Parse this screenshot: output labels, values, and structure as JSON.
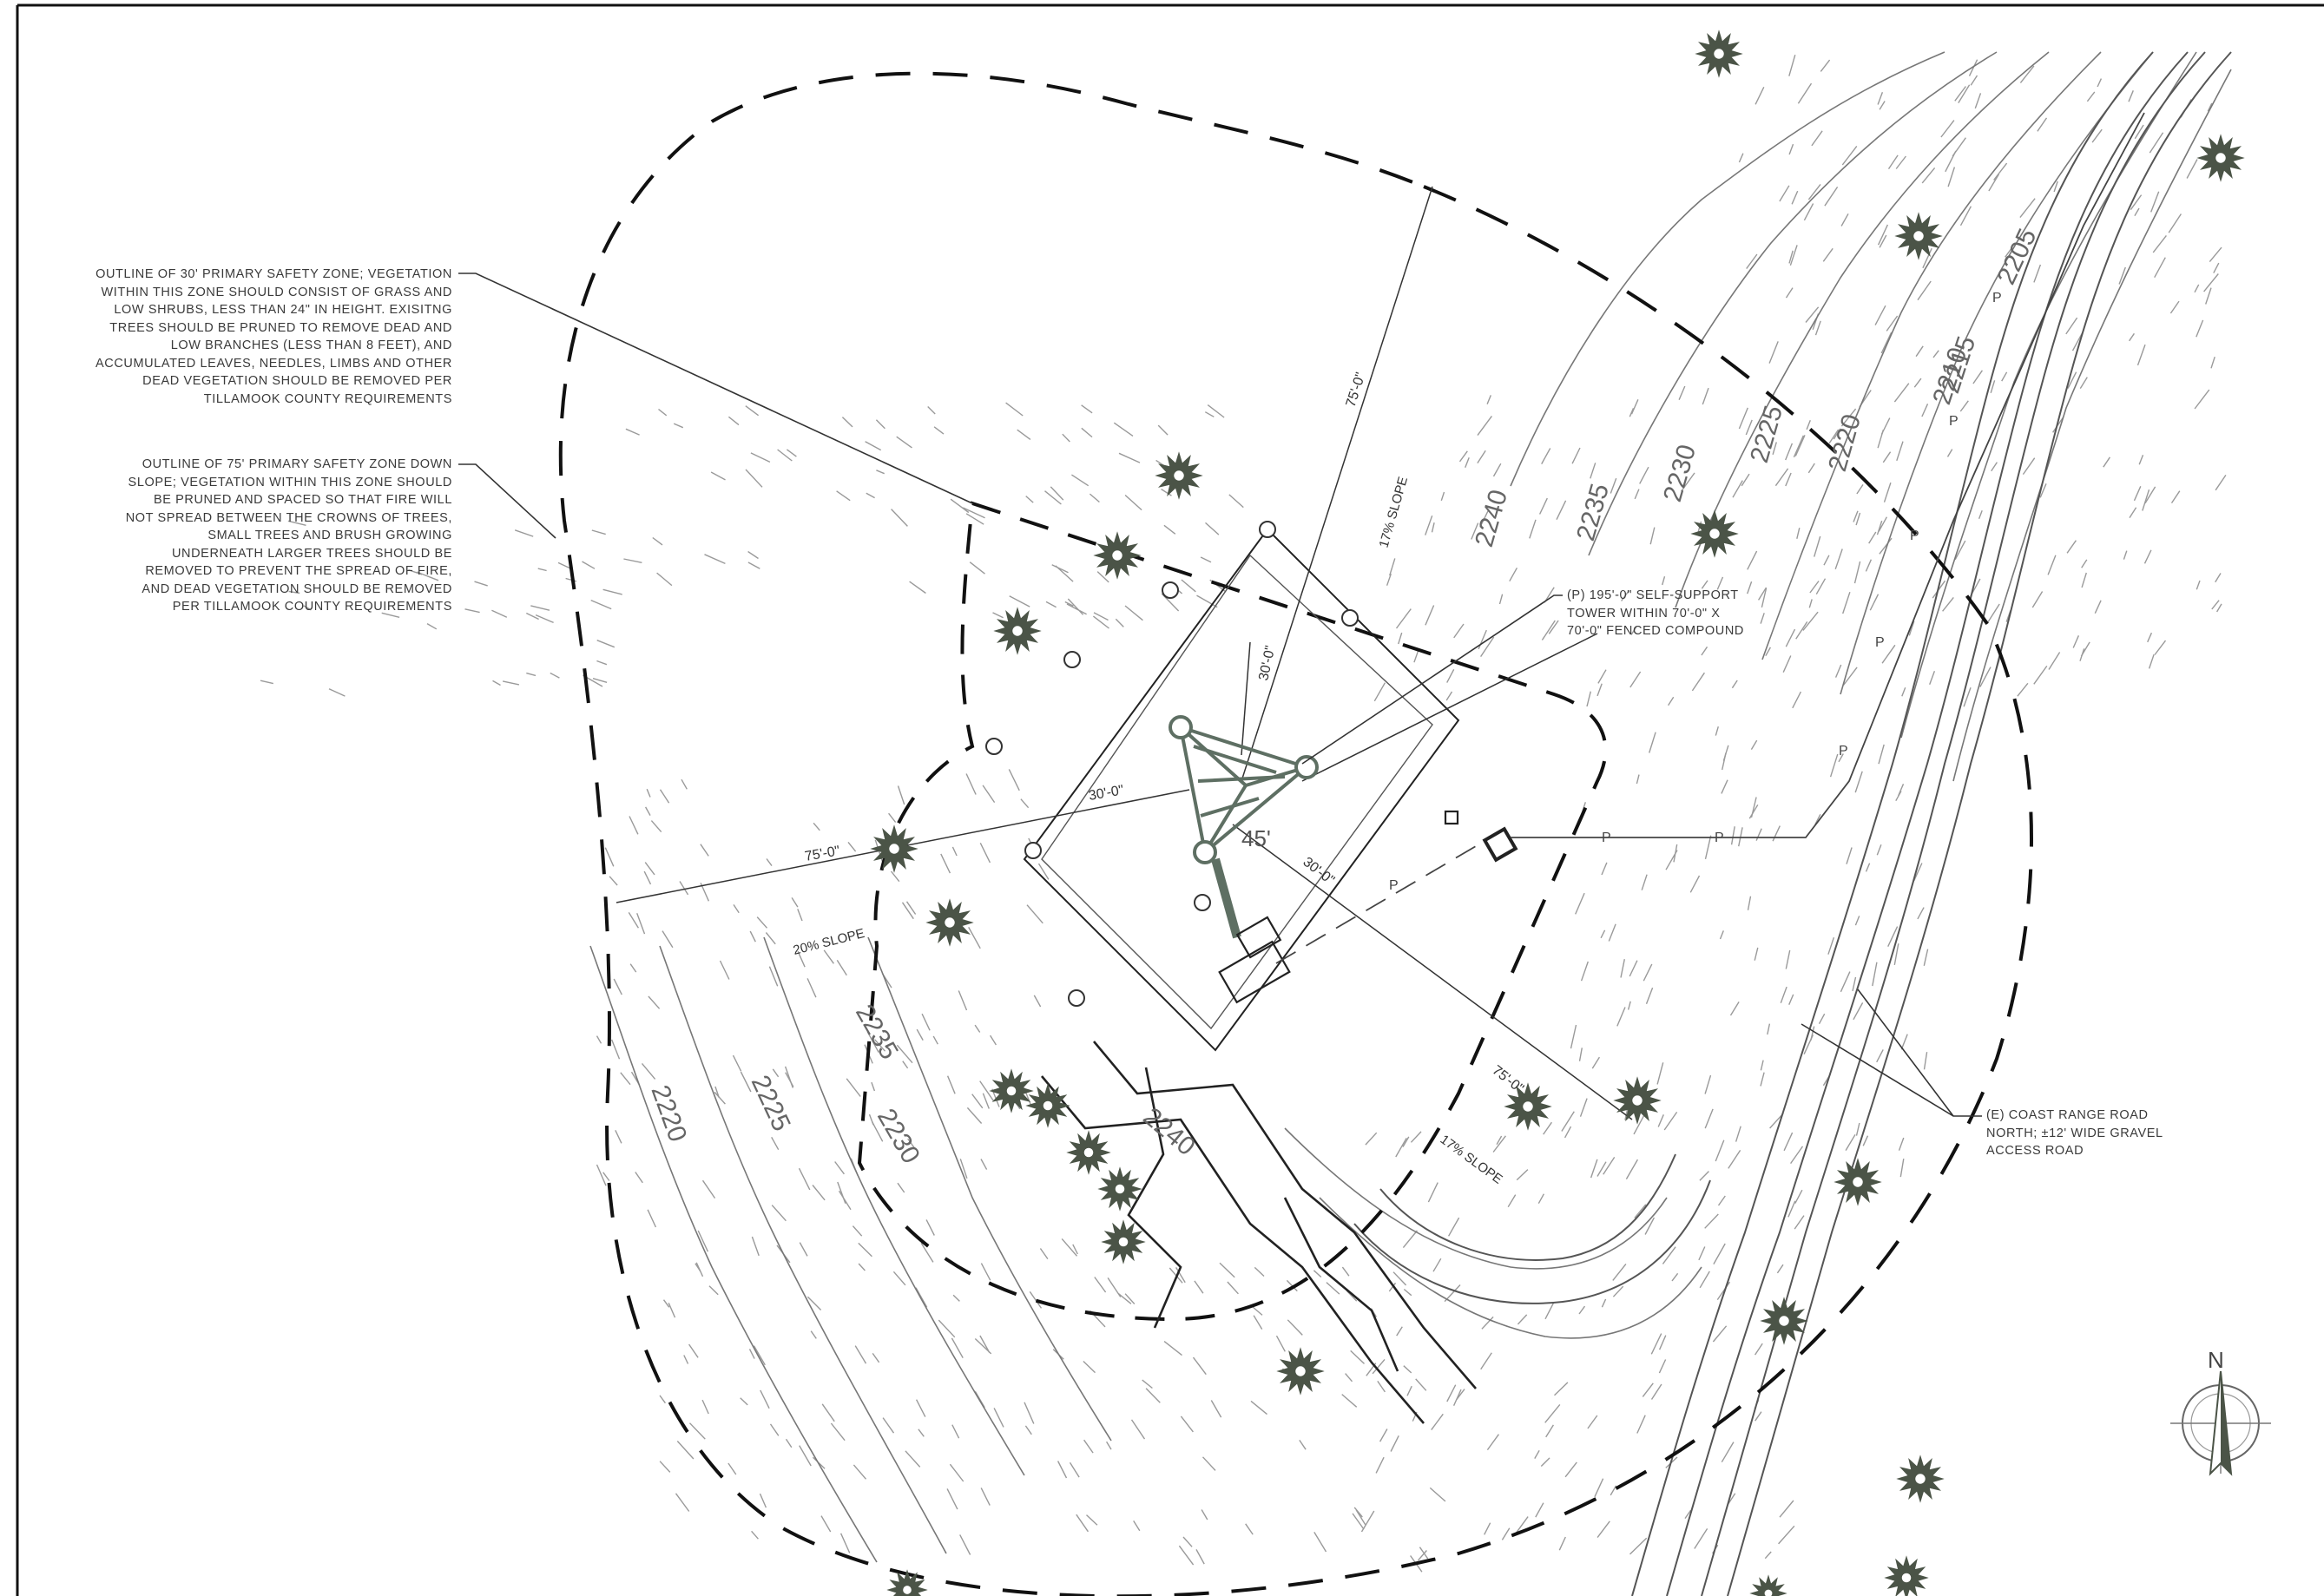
{
  "notes": {
    "primary_30": [
      "OUTLINE OF 30' PRIMARY SAFETY ZONE; VEGETATION",
      "WITHIN THIS ZONE SHOULD CONSIST OF GRASS AND",
      "LOW SHRUBS, LESS THAN 24\" IN HEIGHT. EXISITNG",
      "TREES SHOULD BE PRUNED TO REMOVE DEAD AND",
      "LOW BRANCHES (LESS THAN 8 FEET), AND",
      "ACCUMULATED LEAVES, NEEDLES, LIMBS AND OTHER",
      "DEAD VEGETATION SHOULD BE REMOVED PER",
      "TILLAMOOK COUNTY REQUIREMENTS"
    ],
    "primary_75": [
      "OUTLINE OF 75' PRIMARY SAFETY ZONE DOWN",
      "SLOPE; VEGETATION WITHIN THIS ZONE SHOULD",
      "BE PRUNED AND SPACED SO THAT FIRE WILL",
      "NOT SPREAD BETWEEN THE CROWNS OF TREES,",
      "SMALL TREES AND BRUSH GROWING",
      "UNDERNEATH LARGER TREES SHOULD BE",
      "REMOVED TO PREVENT THE SPREAD OF FIRE,",
      "AND DEAD VEGETATION SHOULD BE REMOVED",
      "PER TILLAMOOK COUNTY REQUIREMENTS"
    ],
    "tower": [
      "(P) 195'-0\" SELF-SUPPORT",
      "TOWER WITHIN 70'-0\" X",
      "70'-0\" FENCED COMPOUND"
    ],
    "road": [
      "(E) COAST RANGE ROAD",
      "NORTH; ±12' WIDE GRAVEL",
      "ACCESS ROAD"
    ]
  },
  "dimensions": {
    "d75_north": "75'-0\"",
    "d30_north": "30'-0\"",
    "d30_west": "30'-0\"",
    "d75_west": "75'-0\"",
    "d30_east": "30'-0\"",
    "d75_southeast": "75'-0\""
  },
  "slopes": {
    "s17_north": "17% SLOPE",
    "s20_west": "20% SLOPE",
    "s17_south": "17% SLOPE"
  },
  "contours": {
    "c2240_n": "2240",
    "c2235_n": "2235",
    "c2230_n": "2230",
    "c2225_n": "2225",
    "c2220_n": "2220",
    "c2215": "2215",
    "c2210": "2210",
    "c2205": "2205",
    "c2235_s": "2235",
    "c2225_s": "2225",
    "c2220_s": "2220",
    "c2230_s": "2230",
    "c2240_s": "2240",
    "tower_centre": "45'"
  },
  "power_line_marker": "P",
  "north_arrow": {
    "label": "N",
    "icon": "north-arrow-icon"
  },
  "colors": {
    "tower_structure": "#5e6f63",
    "tree_symbol": "#4b5447",
    "linework": "#222222",
    "hatching": "#9a9a9a"
  }
}
